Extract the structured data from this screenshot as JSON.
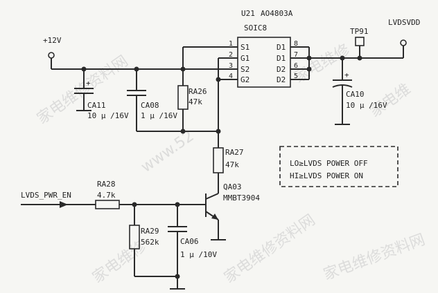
{
  "ic": {
    "designator": "U21",
    "part": "AO4803A",
    "package": "SOIC8",
    "left_pins": [
      {
        "num": "1",
        "name": "S1"
      },
      {
        "num": "2",
        "name": "G1"
      },
      {
        "num": "3",
        "name": "S2"
      },
      {
        "num": "4",
        "name": "G2"
      }
    ],
    "right_pins": [
      {
        "num": "8",
        "name": "D1"
      },
      {
        "num": "7",
        "name": "D1"
      },
      {
        "num": "6",
        "name": "D2"
      },
      {
        "num": "5",
        "name": "D2"
      }
    ]
  },
  "nets": {
    "vin": "+12V",
    "vout": "LVDSVDD",
    "enable": "LVDS_PWR_EN"
  },
  "testpoint": "TP91",
  "components": {
    "ca11": {
      "ref": "CA11",
      "value": "10 μ /16V"
    },
    "ca08": {
      "ref": "CA08",
      "value": "1 μ /16V"
    },
    "ra26": {
      "ref": "RA26",
      "value": "47k"
    },
    "ca10": {
      "ref": "CA10",
      "value": "10 μ /16V"
    },
    "ra27": {
      "ref": "RA27",
      "value": "47k"
    },
    "ra28": {
      "ref": "RA28",
      "value": "4.7k"
    },
    "qa03": {
      "ref": "QA03",
      "value": "MMBT3904"
    },
    "ra29": {
      "ref": "RA29",
      "value": "562k"
    },
    "ca06": {
      "ref": "CA06",
      "value": "1 μ /10V"
    }
  },
  "note": {
    "line1": "LO≥LVDS POWER OFF",
    "line2": "HI≥LVDS POWER ON"
  },
  "watermarks": [
    "家电维修资料网",
    "www.52",
    "家电维修",
    "家电维修资料网",
    "家电维",
    "家电维修资料网",
    "家电维修"
  ]
}
